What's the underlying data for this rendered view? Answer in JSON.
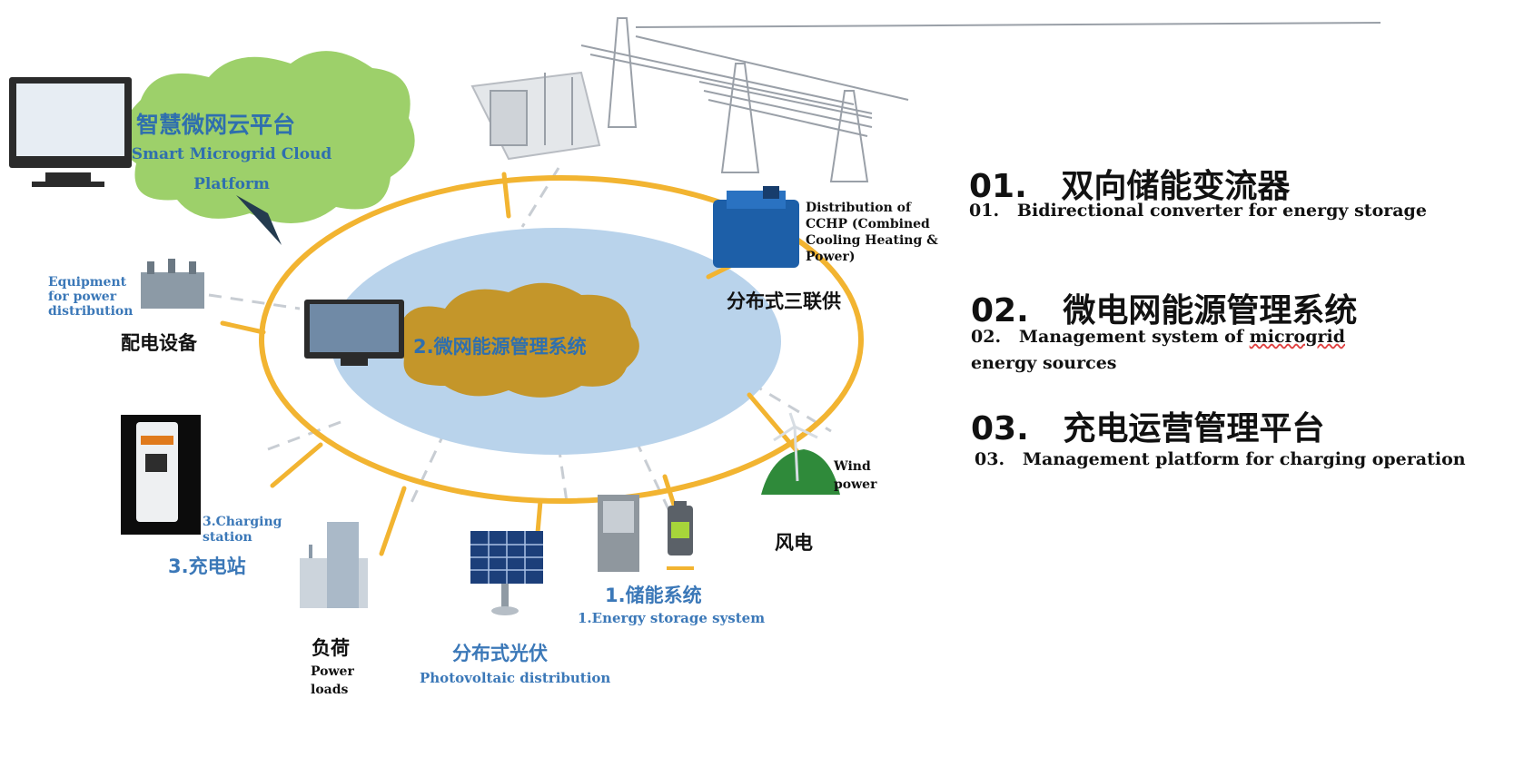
{
  "cloud_platform": {
    "title_cn": "智慧微网云平台",
    "title_en": "Smart Microgrid Cloud Platform"
  },
  "center": {
    "label_cn": "2.微网能源管理系统"
  },
  "nodes": {
    "cchp": {
      "label_en": "Distribution of CCHP (Combined Cooling Heating & Power)",
      "label_cn": "分布式三联供"
    },
    "power_distribution": {
      "label_en": "Equipment for power distribution",
      "label_cn": "配电设备"
    },
    "charging_station": {
      "label_en": "3.Charging station",
      "label_cn": "3.充电站"
    },
    "power_loads": {
      "label_cn": "负荷",
      "label_en": "Power loads"
    },
    "photovoltaic": {
      "label_cn": "分布式光伏",
      "label_en": "Photovoltaic distribution"
    },
    "energy_storage": {
      "label_cn": "1.储能系统",
      "label_en": "1.Energy storage system"
    },
    "wind": {
      "label_en": "Wind power",
      "label_cn": "风电"
    }
  },
  "list": [
    {
      "num": "01.",
      "cn": "双向储能变流器",
      "en_num": "01.",
      "en": "Bidirectional converter for energy storage"
    },
    {
      "num": "02.",
      "cn": "微电网能源管理系统",
      "en_num": "02.",
      "en_pre": "Management system of ",
      "en_flag": "microgrid",
      "en_post": " energy sources"
    },
    {
      "num": "03.",
      "cn": "充电运营管理平台",
      "en_num": "03.",
      "en": "Management platform for charging operation"
    }
  ],
  "colors": {
    "ring": "#f2b431",
    "ellipse": "#b9d3eb",
    "cloud_green": "#9dd06a",
    "cloud_gold": "#c4962a",
    "blue_text": "#3b78b8"
  }
}
